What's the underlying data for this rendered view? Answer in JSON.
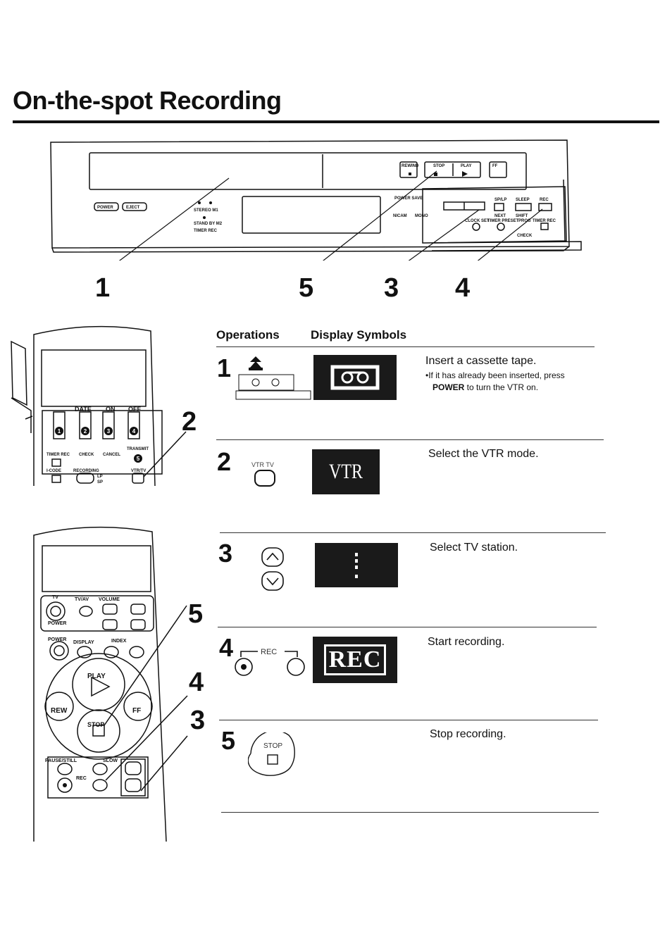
{
  "page": {
    "title": "On-the-spot Recording"
  },
  "vcr_panel": {
    "buttons": {
      "rewind": "REWIND",
      "stop": "STOP",
      "play": "PLAY",
      "ff": "FF",
      "power": "POWER",
      "eject": "EJECT"
    },
    "labels": {
      "stereo": "STEREO M1",
      "standby": "STAND BY M2",
      "timer_rec": "TIMER REC",
      "power_save": "POWER SAVE",
      "nicam": "NICAM",
      "mono": "MONO",
      "clock_set": "CLOCK SET",
      "timer_preset": "TIMER PRESET",
      "prog": "PROG",
      "timer_rec_r": "TIMER REC",
      "check": "CHECK",
      "spsp": "SP/LP",
      "sleep": "SLEEP",
      "next": "NEXT",
      "shift": "SHIFT",
      "rec": "REC"
    },
    "callouts": [
      "1",
      "5",
      "3",
      "4"
    ]
  },
  "remote_top": {
    "labels": {
      "date": "DATE",
      "on": "ON",
      "off": "OFF",
      "timer_rec": "TIMER REC",
      "check": "CHECK",
      "cancel": "CANCEL",
      "transmit": "TRANSMIT",
      "i_code": "I-CODE",
      "recording": "RECORDING",
      "vtr_tv": "VTR/TV",
      "lp": "LP",
      "sp": "SP"
    },
    "digits": [
      "1",
      "2",
      "3",
      "4",
      "5"
    ],
    "callout": "2"
  },
  "remote_bottom": {
    "labels": {
      "tv": "TV",
      "tv_av": "TV/AV",
      "volume": "VOLUME",
      "power": "POWER",
      "power_vtr": "POWER",
      "display": "DISPLAY",
      "index": "INDEX",
      "play": "PLAY",
      "rew": "REW",
      "ff": "FF",
      "stop": "STOP",
      "pause_still": "PAUSE/STILL",
      "slow": "SLOW",
      "rec": "REC"
    },
    "callouts": [
      "5",
      "4",
      "3"
    ]
  },
  "table": {
    "headers": {
      "operations": "Operations",
      "display_symbols": "Display Symbols"
    },
    "steps": [
      {
        "num": "1",
        "desc": "Insert a cassette tape.",
        "note_prefix": "•If it has already been inserted, press",
        "note_bold": "POWER",
        "note_suffix": " to turn the VTR on."
      },
      {
        "num": "2",
        "button_label": "VTR TV",
        "display": "VTR",
        "desc": "Select the VTR mode."
      },
      {
        "num": "3",
        "desc": "Select TV station."
      },
      {
        "num": "4",
        "button_label": "REC",
        "display": "REC",
        "desc": "Start recording."
      },
      {
        "num": "5",
        "button_label": "STOP",
        "desc": "Stop recording."
      }
    ]
  }
}
